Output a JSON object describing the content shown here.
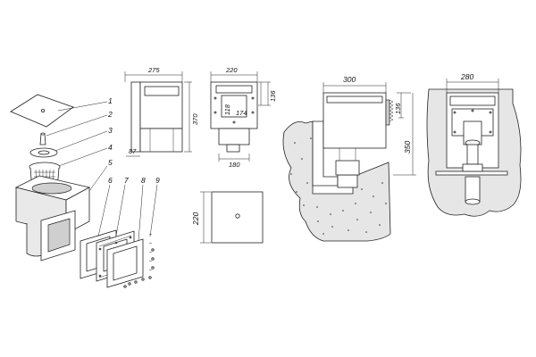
{
  "callouts": [
    "1",
    "2",
    "3",
    "4",
    "5",
    "6",
    "7",
    "8",
    "9"
  ],
  "front_view": {
    "width": "275",
    "height": "370",
    "offset": "87"
  },
  "side_view": {
    "width": "220",
    "inner_h": "118",
    "inner_w": "174",
    "side_h": "136",
    "base": "180"
  },
  "top_view": {
    "size": "220"
  },
  "section_view": {
    "width": "300",
    "height": "350",
    "sub_h": "136"
  },
  "rear_view": {
    "width": "280"
  }
}
